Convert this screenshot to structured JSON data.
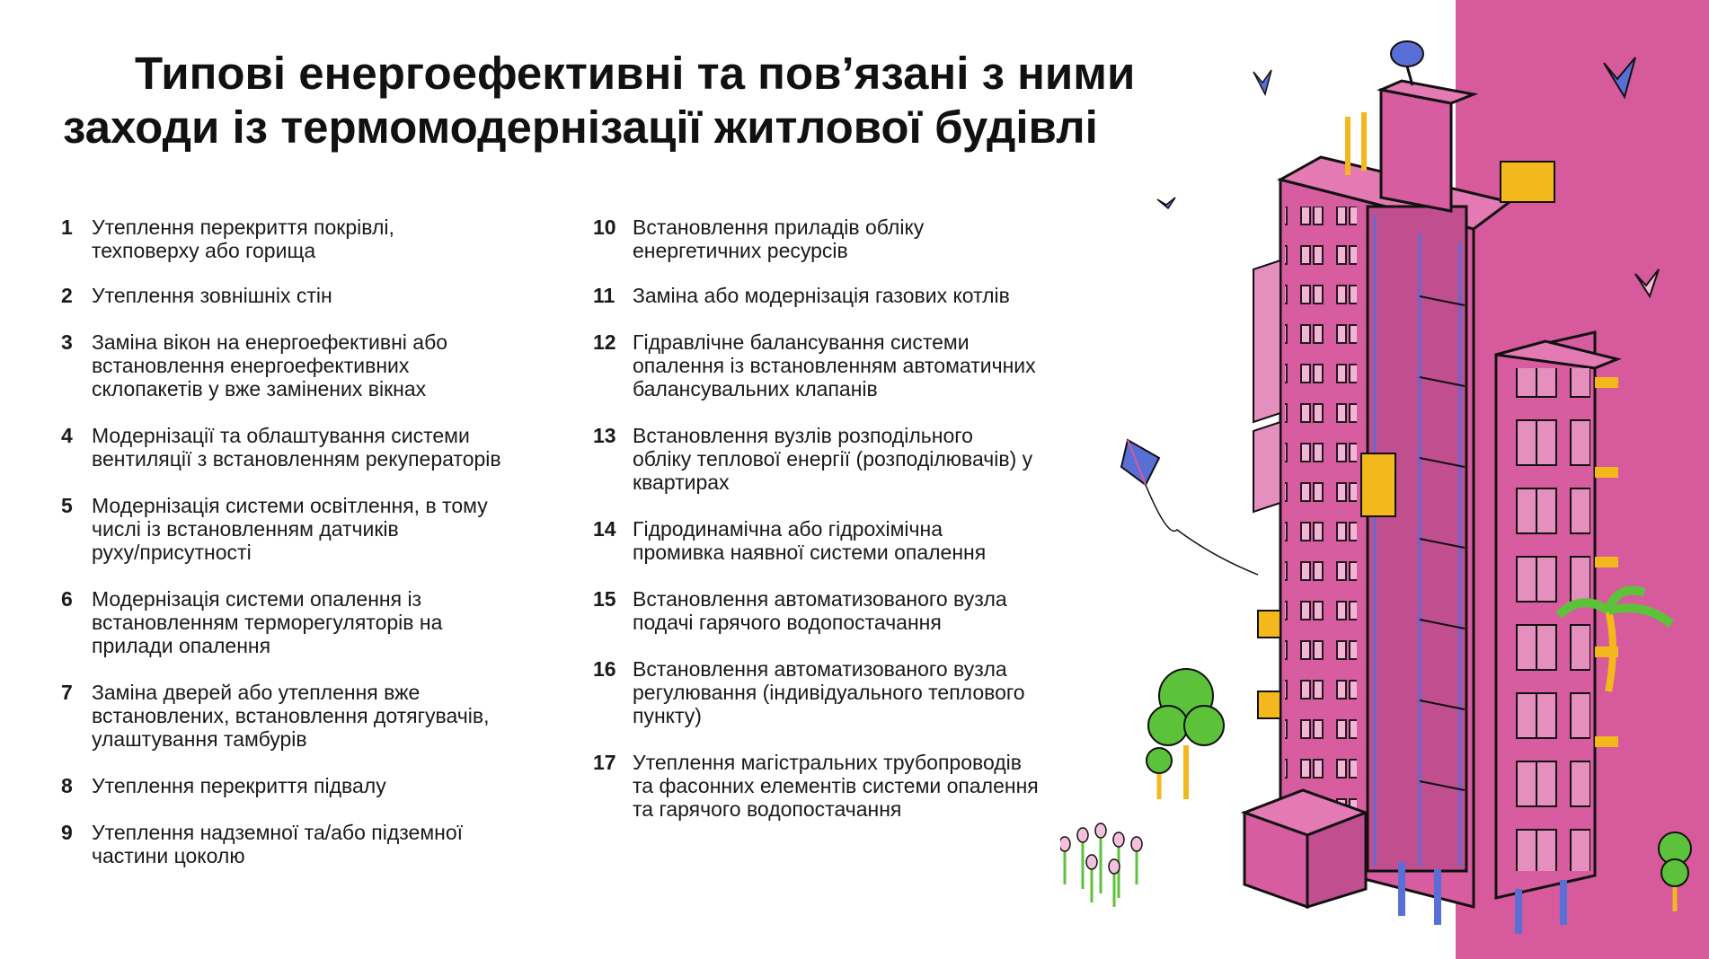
{
  "title": {
    "line1": "Типові енергоефективні та пов’язані з ними",
    "line2": "заходи із термомодернізації житлової будівлі"
  },
  "items_left": [
    {
      "num": "1",
      "text": "Утеплення перекриття покрівлі,\nтехповерху або горища"
    },
    {
      "num": "2",
      "text": "Утеплення зовнішніх стін"
    },
    {
      "num": "3",
      "text": "Заміна вікон на енергоефективні або\nвстановлення енергоефективних\nсклопакетів у вже замінених вікнах"
    },
    {
      "num": "4",
      "text": "Модернізації та облаштування системи\nвентиляції з встановленням рекуператорів"
    },
    {
      "num": "5",
      "text": "Модернізація системи освітлення, в тому\nчислі із встановленням датчиків\nруху/присутності"
    },
    {
      "num": "6",
      "text": "Модернізація системи опалення із\nвстановленням терморегуляторів на\nприлади опалення"
    },
    {
      "num": "7",
      "text": "Заміна дверей або утеплення вже\nвстановлених, встановлення дотягувачів,\nулаштування тамбурів"
    },
    {
      "num": "8",
      "text": "Утеплення перекриття підвалу"
    },
    {
      "num": "9",
      "text": "Утеплення надземної та/або підземної\nчастини цоколю"
    }
  ],
  "items_right": [
    {
      "num": "10",
      "text": "Встановлення приладів обліку\nенергетичних ресурсів"
    },
    {
      "num": "11",
      "text": "Заміна або модернізація газових котлів"
    },
    {
      "num": "12",
      "text": "Гідравлічне балансування системи\nопалення із встановленням автоматичних\nбалансувальних клапанів"
    },
    {
      "num": "13",
      "text": "Встановлення вузлів розподільного\nобліку теплової енергії (розподілювачів) у\nквартирах"
    },
    {
      "num": "14",
      "text": "Гідродинамічна або гідрохімічна\nпромивка наявної системи опалення"
    },
    {
      "num": "15",
      "text": "Встановлення автоматизованого вузла\nподачі гарячого водопостачання"
    },
    {
      "num": "16",
      "text": "Встановлення автоматизованого вузла\nрегулювання (індивідуального теплового\nпункту)"
    },
    {
      "num": "17",
      "text": "Утеплення магістральних трубопроводів\nта фасонних елементів системи опалення\nта гарячого водопостачання"
    }
  ],
  "colors": {
    "pink": "#d65a9c",
    "building_pink": "#d85da0",
    "blue": "#5a6fd6",
    "yellow": "#f2b81c",
    "green": "#5cc23a",
    "ink": "#111111"
  },
  "icons": [
    "bird-icon",
    "kite-icon",
    "satellite-dish-icon",
    "tree-icon",
    "palm-tree-icon",
    "tulip-icon"
  ]
}
